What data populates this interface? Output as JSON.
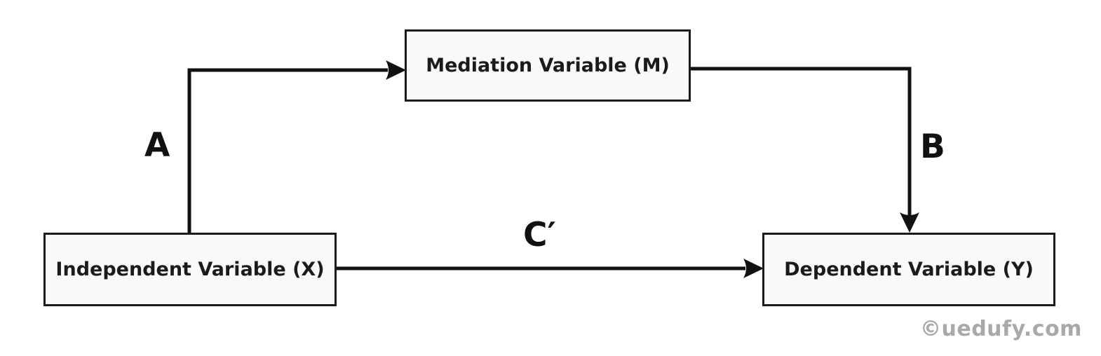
{
  "diagram": {
    "type": "mediation-model",
    "nodes": {
      "m": {
        "label": "Mediation Variable (M)",
        "position": "top-center"
      },
      "x": {
        "label": "Independent Variable (X)",
        "position": "bottom-left"
      },
      "y": {
        "label": "Dependent Variable (Y)",
        "position": "bottom-right"
      }
    },
    "edges": {
      "a": {
        "label": "A",
        "from": "x",
        "to": "m"
      },
      "b": {
        "label": "B",
        "from": "m",
        "to": "y"
      },
      "c": {
        "label": "C′",
        "from": "x",
        "to": "y"
      }
    },
    "watermark": "©uedufy.com",
    "colors": {
      "background": "#ffffff",
      "box_fill": "#f8f9fb",
      "box_border": "#1b1b1b",
      "arrow": "#111111",
      "label_text": "#111111",
      "watermark_text": "#a9a9a9"
    }
  }
}
